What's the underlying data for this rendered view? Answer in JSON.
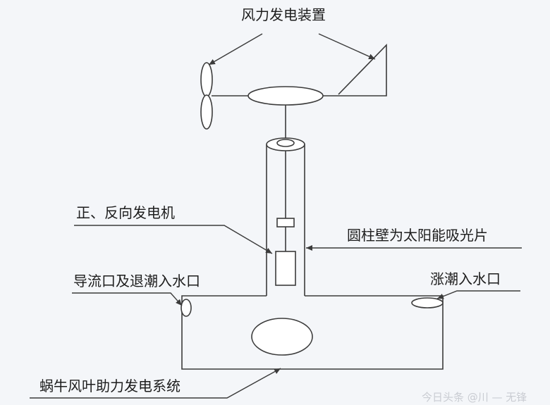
{
  "labels": {
    "wind_device": "风力发电装置",
    "generator": "正、反向发电机",
    "solar_wall": "圆柱壁为太阳能吸光片",
    "outlet": "导流口及退潮入水口",
    "inlet": "涨潮入水口",
    "system": "蜗牛风叶助力发电系统"
  },
  "watermark": "今日头条 @川 — 无锋",
  "colors": {
    "line": "#3b3b3b",
    "fill": "#ffffff",
    "text": "#1d1d1d"
  }
}
